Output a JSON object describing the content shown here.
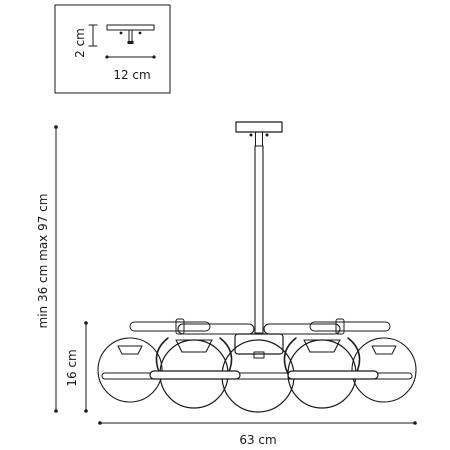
{
  "mount_inset": {
    "height_label": "2 cm",
    "width_label": "12 cm"
  },
  "dimensions": {
    "overall_height_label": "min 36 cm max 97 cm",
    "body_height_label": "16 cm",
    "width_label": "63 cm"
  },
  "colors": {
    "line": "#1a1a1a",
    "background": "#ffffff"
  }
}
